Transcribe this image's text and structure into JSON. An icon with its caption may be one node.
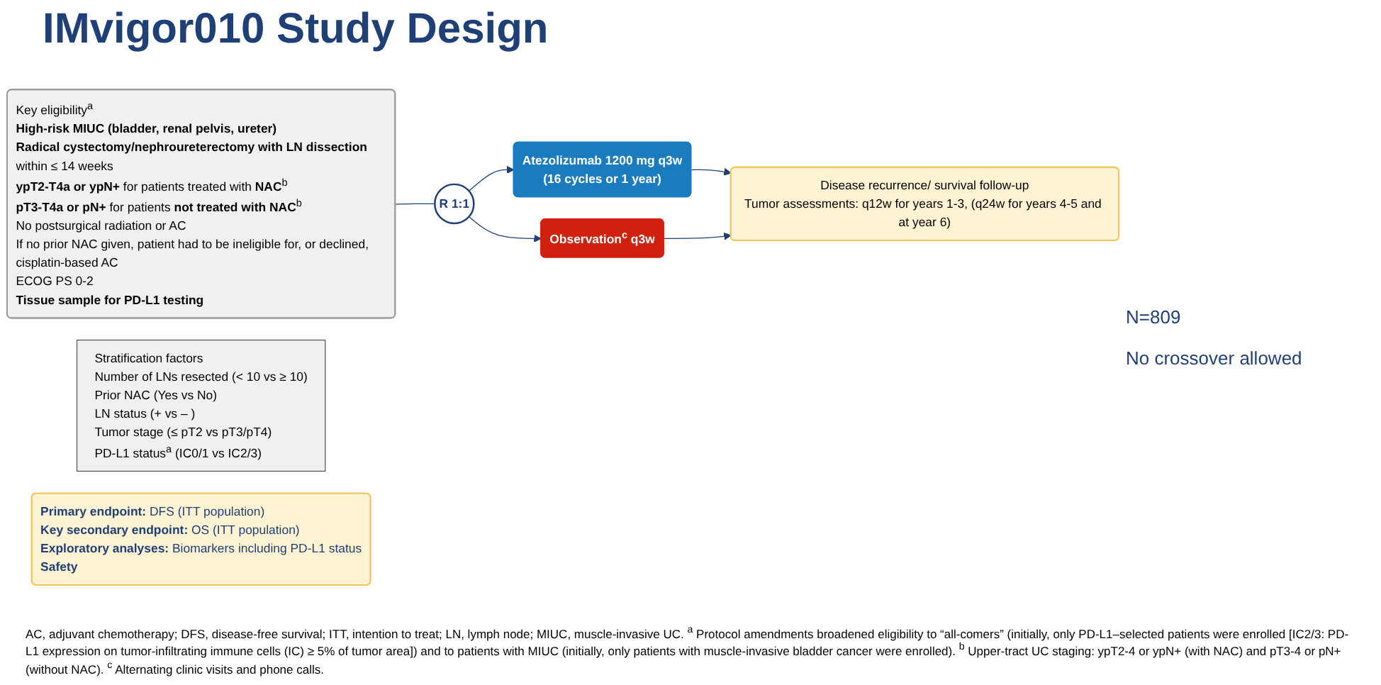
{
  "diagram": {
    "title": "IMvigor010 Study Design",
    "nodes": [
      {
        "text": [
          "Key eligibility$^{a}$",
          "**High-risk MIUC (bladder, renal pelvis, ureter)**",
          "**Radical cystectomy/nephroureterectomy with LN dissection** within ≤ 14 weeks",
          "**ypT2-T4a or ypN+** for patients treated with **NAC**$^{b}$",
          "**pT3-T4a or pN+** for patients **not treated with NAC**$^{b}$",
          "No postsurgical radiation or AC",
          "If no prior NAC given, patient had to be ineligible for, or declined, cisplatin-based AC",
          "ECOG PS 0-2",
          "**Tissue sample for PD-L1 testing**"
        ]
      },
      {
        "text": [
          "R 1:1"
        ]
      },
      {
        "text": [
          "Atezolizumab 1200 mg q3w",
          "(16 cycles or 1 year)"
        ]
      },
      {
        "text": [
          "Observation$^{c}$ q3w"
        ]
      },
      {
        "text": [
          "Disease recurrence/ survival follow-up",
          "Tumor assessments: q12w for years 1-3, (q24w for years 4-5 and at year 6)"
        ]
      },
      {
        "text": [
          "Stratification factors",
          "Number of LNs resected (< 10 vs ≥ 10)",
          "Prior NAC (Yes vs No)",
          "LN status (+ vs – )",
          "Tumor stage (≤ pT2 vs pT3/pT4)",
          "PD-L1 status$^{a}$ (IC0/1 vs IC2/3)"
        ]
      },
      {
        "text": [
          "**Primary endpoint:** DFS (ITT population)",
          "**Key secondary endpoint:** OS (ITT population)",
          "**Exploratory analyses:** Biomarkers including PD-L1 status",
          "**Safety**"
        ]
      }
    ],
    "edges": [
      {
        "from": 0,
        "to": 1,
        "arrow": "none"
      },
      {
        "from": 1,
        "to": 2,
        "arrow": "to"
      },
      {
        "from": 1,
        "to": 3,
        "arrow": "to"
      },
      {
        "from": 2,
        "to": 4,
        "arrow": "to"
      },
      {
        "from": 3,
        "to": 4,
        "arrow": "to"
      }
    ],
    "labels": [
      "N=809",
      "No crossover allowed"
    ],
    "caption": "AC, adjuvant chemotherapy; DFS, disease-free survival; ITT, intention to treat; LN, lymph node; MIUC, muscle-invasive UC. $^{a}$ Protocol amendments broadened eligibility to “all-comers” (initially, only PD-L1–selected patients were enrolled [IC2/3: PD-L1 expression on tumor-infiltrating immune cells (IC) ≥ 5% of tumor area]) and to patients with MIUC (initially, only patients with muscle-invasive bladder cancer were enrolled). $^{b}$ Upper-tract UC staging: ypT2-4 or ypN+ (with NAC) and pT3-4 or pN+ (without NAC). $^{c}$ Alternating clinic visits and phone calls."
  }
}
